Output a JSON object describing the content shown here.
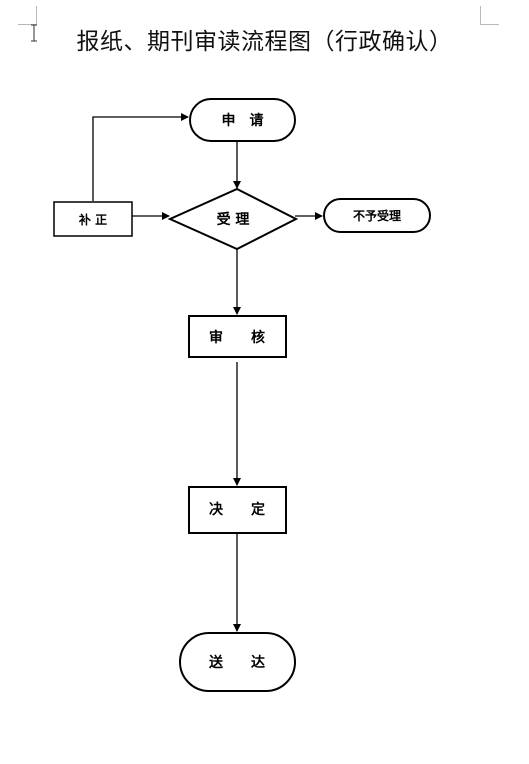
{
  "title": "报纸、期刊审读流程图（行政确认）",
  "nodes": {
    "apply": "申　请",
    "accept": "受 理",
    "supplement": "补 正",
    "reject": "不予受理",
    "review": "审　　核",
    "decide": "决　　定",
    "deliver": "送　　达"
  }
}
